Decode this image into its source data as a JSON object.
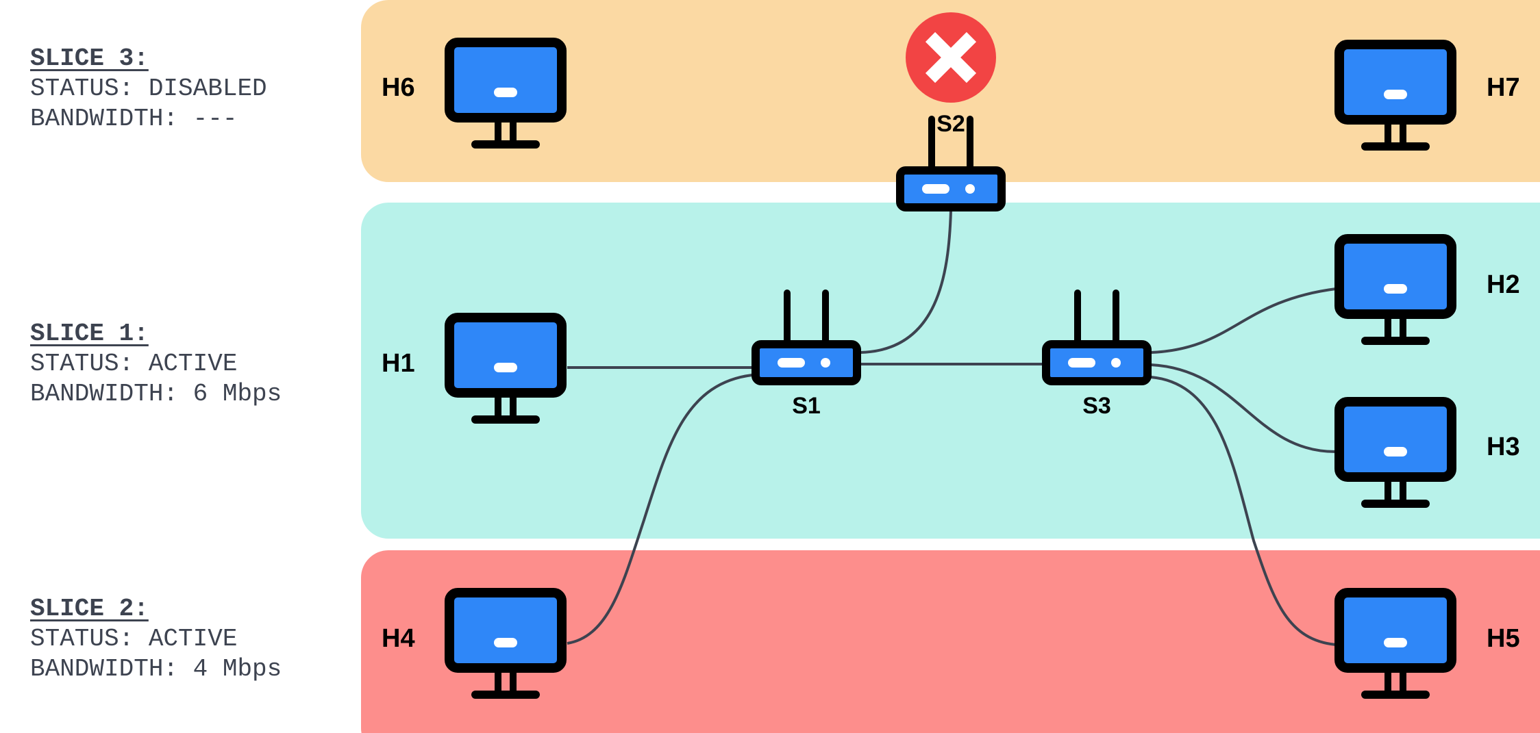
{
  "slices": [
    {
      "title": "SLICE 3:",
      "status": "STATUS: DISABLED",
      "bandwidth": "BANDWIDTH: ---",
      "color": "#fbd9a3"
    },
    {
      "title": "SLICE 1:",
      "status": "STATUS: ACTIVE",
      "bandwidth": "BANDWIDTH: 6 Mbps",
      "color": "#b8f2ea"
    },
    {
      "title": "SLICE 2:",
      "status": "STATUS: ACTIVE",
      "bandwidth": "BANDWIDTH: 4 Mbps",
      "color": "#fd8e8c"
    }
  ],
  "hosts": {
    "h1": "H1",
    "h2": "H2",
    "h3": "H3",
    "h4": "H4",
    "h5": "H5",
    "h6": "H6",
    "h7": "H7"
  },
  "switches": {
    "s1": "S1",
    "s2": "S2",
    "s3": "S3"
  },
  "colors": {
    "device_screen": "#2f87f8",
    "device_frame": "#000000",
    "link": "#3d4350",
    "disabled_marker": "#f24444"
  },
  "icons": {
    "host": "monitor-icon",
    "switch": "router-icon",
    "disabled": "x-circle-icon"
  }
}
